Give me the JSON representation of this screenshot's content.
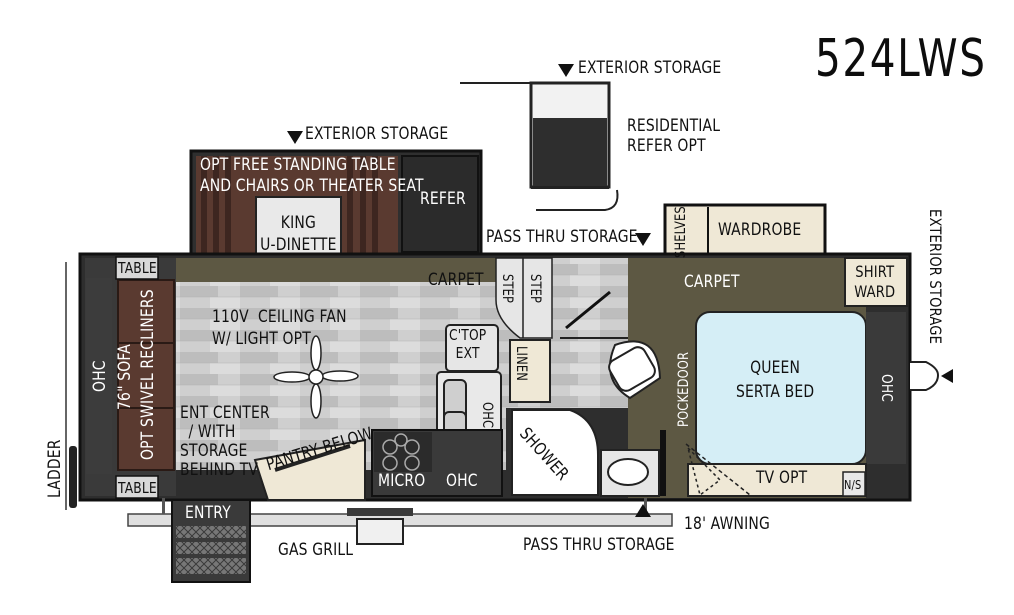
{
  "model": "524LWS",
  "labels": {
    "ext_storage_top": "EXTERIOR STORAGE",
    "ext_storage_slide": "EXTERIOR STORAGE",
    "residential_refer": "RESIDENTIAL\nREFER OPT",
    "opt_table": "OPT FREE STANDING TABLE\nAND CHAIRS OR THEATER SEAT",
    "refer": "REFER",
    "king_dinette": "KING\nU-DINETTE",
    "pass_thru_top": "PASS THRU STORAGE",
    "wardrobe": "WARDROBE",
    "shelves": "SHELVES",
    "exterior_storage_right": "EXTERIOR  STORAGE",
    "table_top": "TABLE",
    "table_bottom": "TABLE",
    "carpet_left": "CARPET",
    "carpet_right": "CARPET",
    "step_1": "STEP",
    "step_2": "STEP",
    "shirt_ward": "SHIRT\nWARD",
    "ohc_left": "OHC",
    "sofa": "76\" SOFA",
    "recliners": "OPT SWIVEL RECLINERS",
    "ceiling_fan": "110V  CEILING FAN\nW/ LIGHT OPT",
    "ctop_ext": "C'TOP\nEXT",
    "linen": "LINEN",
    "pocket_door": "POCKEDOOR",
    "queen_bed": "QUEEN\nSERTA BED",
    "ohc_right": "OHC",
    "ohc_kitchen": "OHC",
    "ent_center": "ENT CENTER\n/ WITH\nSTORAGE\nBEHIND TV",
    "pantry": "PANTRY BELOW",
    "shower": "SHOWER",
    "micro": "MICRO",
    "ohc_micro": "OHC",
    "tv_opt": "TV OPT",
    "ns": "N/S",
    "ladder": "LADDER",
    "entry": "ENTRY",
    "awning": "18' AWNING",
    "gas_grill": "GAS GRILL",
    "pass_thru_bottom": "PASS THRU STORAGE"
  },
  "colors": {
    "wall": "#3a3a3a",
    "wood": "#5a3a30",
    "carpet": "#5d5843",
    "floor": "#c9c9c9",
    "bed": "#d5eef6",
    "cream": "#efe8d6"
  }
}
